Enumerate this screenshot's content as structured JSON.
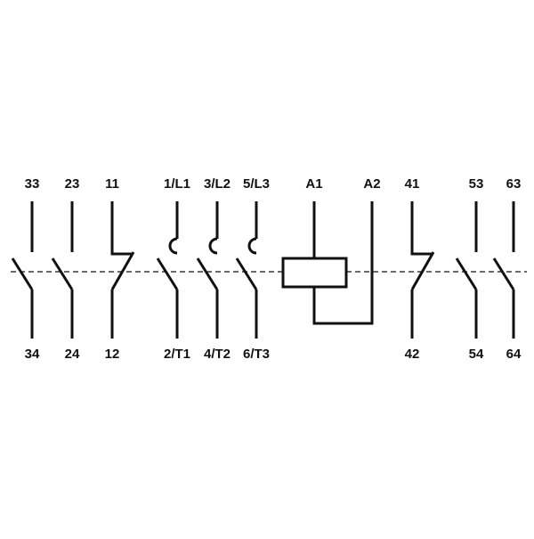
{
  "diagram": {
    "top_labels": [
      "33",
      "23",
      "11",
      "1/L1",
      "3/L2",
      "5/L3",
      "A1",
      "A2",
      "41",
      "53",
      "63"
    ],
    "bottom_labels": [
      "34",
      "24",
      "12",
      "2/T1",
      "4/T2",
      "6/T3",
      "42",
      "54",
      "64"
    ],
    "colors": {
      "line": "#111111",
      "background": "#ffffff"
    },
    "contacts": [
      {
        "top": "33",
        "bottom": "34",
        "kind": "normally-open"
      },
      {
        "top": "23",
        "bottom": "24",
        "kind": "normally-open"
      },
      {
        "top": "11",
        "bottom": "12",
        "kind": "normally-closed"
      },
      {
        "top": "1/L1",
        "bottom": "2/T1",
        "kind": "main-power-contact"
      },
      {
        "top": "3/L2",
        "bottom": "4/T2",
        "kind": "main-power-contact"
      },
      {
        "top": "5/L3",
        "bottom": "6/T3",
        "kind": "main-power-contact"
      },
      {
        "top": "A1",
        "bottom": "A2",
        "kind": "coil"
      },
      {
        "top": "41",
        "bottom": "42",
        "kind": "normally-closed"
      },
      {
        "top": "53",
        "bottom": "54",
        "kind": "normally-open"
      },
      {
        "top": "63",
        "bottom": "64",
        "kind": "normally-open"
      }
    ]
  }
}
